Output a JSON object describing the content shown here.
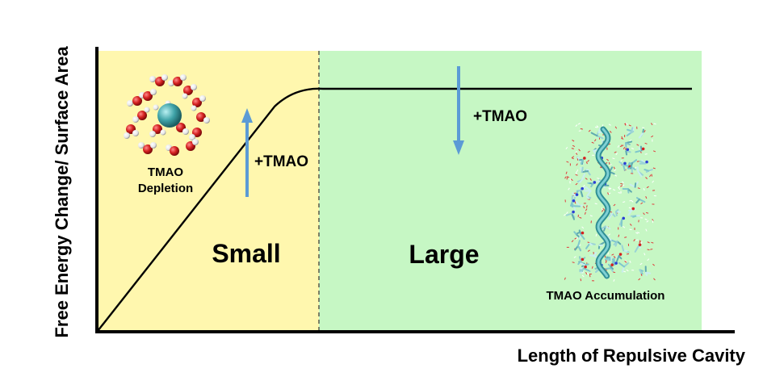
{
  "labels": {
    "y_axis": "Free Energy Change/ Surface Area",
    "x_axis": "Length of Repulsive Cavity",
    "region_small": "Small",
    "region_large": "Large",
    "arrow_up_label": "+TMAO",
    "arrow_down_label": "+TMAO",
    "depletion_line1": "TMAO",
    "depletion_line2": "Depletion",
    "accumulation": "TMAO Accumulation"
  },
  "colors": {
    "small_region": "#FFF7AE",
    "large_region": "#C6F7C4",
    "arrow": "#5B9BD5",
    "curve": "#000000",
    "oxygen": "#D42020",
    "hydrogen": "#F4F4F4",
    "solute": "#3FA3A8"
  },
  "icons": {
    "depletion_image": "water-cluster-around-solute-icon",
    "accumulation_image": "helical-polymer-with-tmao-icon"
  }
}
